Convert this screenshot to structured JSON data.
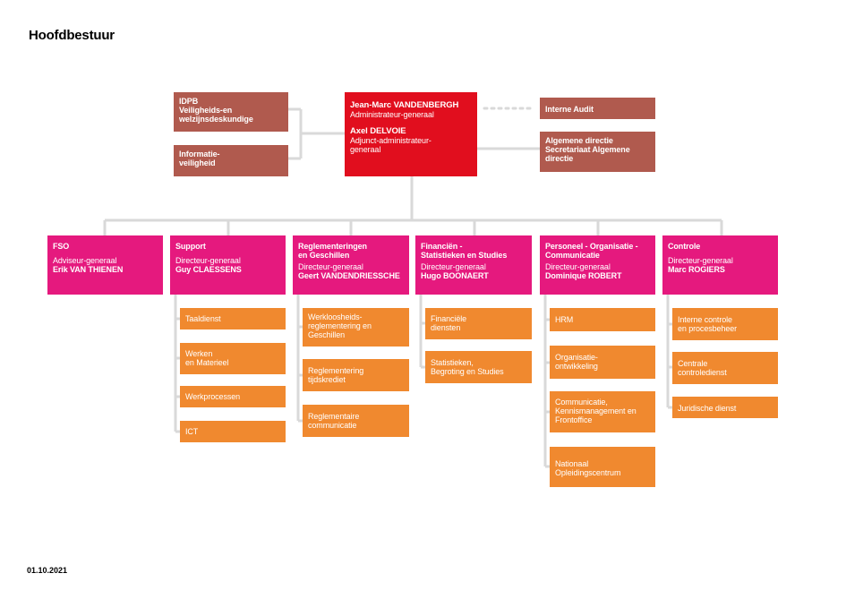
{
  "page": {
    "title": "Hoofdbestuur",
    "date": "01.10.2021"
  },
  "leadership": {
    "administrator_name": "Jean-Marc VANDENBERGH",
    "administrator_title": "Administrateur-generaal",
    "deputy_name": "Axel DELVOIE",
    "deputy_title": "Adjunct-administrateur-\ngeneraal"
  },
  "staff_left": [
    {
      "label": "IDPB\nVeiligheids-en\nwelzijnsdeskundige"
    },
    {
      "label": "Informatie-\nveiligheid"
    }
  ],
  "staff_right": [
    {
      "label": "Interne Audit"
    },
    {
      "label": "Algemene directie\nSecretariaat Algemene\ndirectie"
    }
  ],
  "directorates": [
    {
      "name": "FSO",
      "role": "Adviseur-generaal",
      "person": "Erik VAN THIENEN",
      "services": []
    },
    {
      "name": "Support",
      "role": "Directeur-generaal",
      "person": "Guy CLAESSENS",
      "services": [
        "Taaldienst",
        "Werken\nen Materieel",
        "Werkprocessen",
        "ICT"
      ]
    },
    {
      "name": "Reglementeringen\nen Geschillen",
      "role": "Directeur-generaal",
      "person": "Geert VANDENDRIESSCHE",
      "services": [
        "Werkloosheids-\nreglementering en\nGeschillen",
        "Reglementering\ntijdskrediet",
        "Reglementaire\ncommunicatie"
      ]
    },
    {
      "name": "Financiën -\nStatistieken en Studies",
      "role": "Directeur-generaal",
      "person": "Hugo BOONAERT",
      "services": [
        "Financiële\ndiensten",
        "Statistieken,\nBegroting en Studies"
      ]
    },
    {
      "name": "Personeel - Organisatie -\nCommunicatie",
      "role": "Directeur-generaal",
      "person": "Dominique ROBERT",
      "services": [
        "HRM",
        "Organisatie-\nontwikkeling",
        "Communicatie,\nKennismanagement en\nFrontoffice",
        "Nationaal\nOpleidingscentrum"
      ]
    },
    {
      "name": "Controle",
      "role": "Directeur-generaal",
      "person": "Marc ROGIERS",
      "services": [
        "Interne controle\nen procesbeheer",
        "Centrale\ncontroledienst",
        "Juridische dienst"
      ]
    }
  ]
}
